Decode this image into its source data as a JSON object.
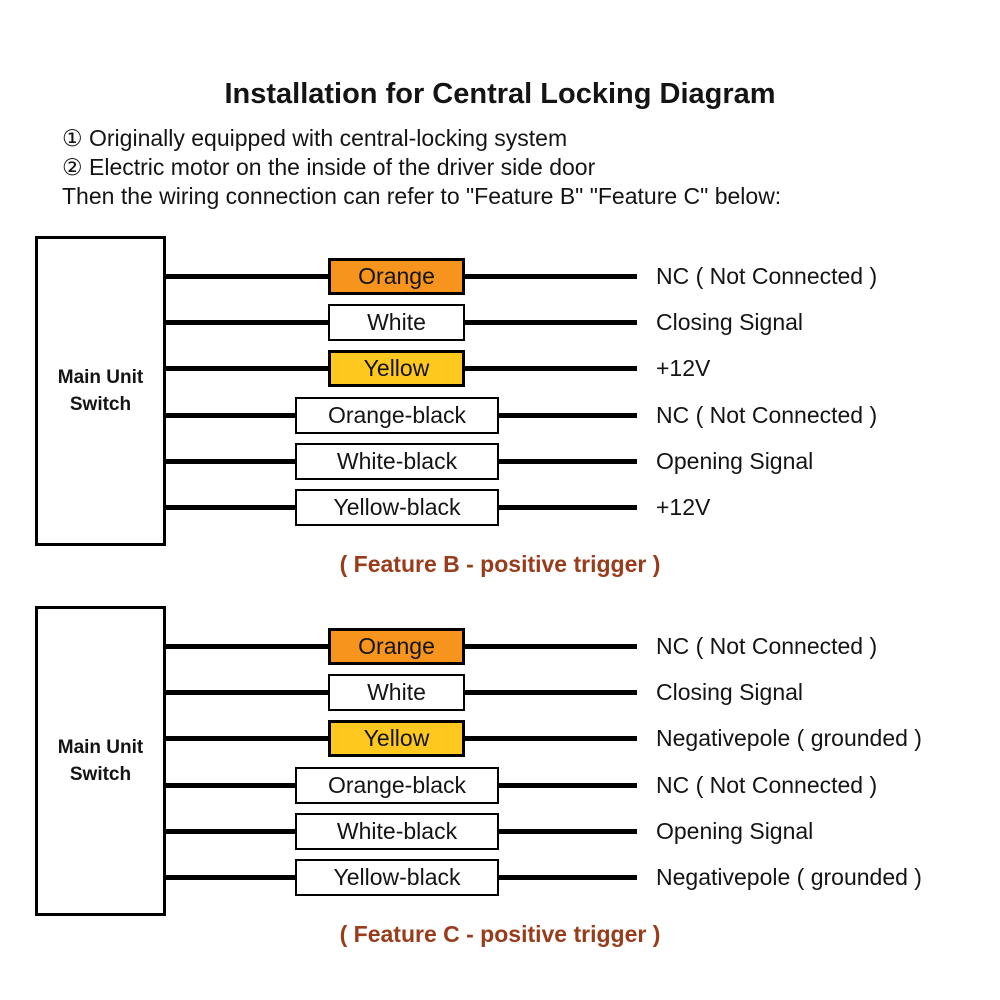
{
  "page": {
    "title": "Installation for Central Locking Diagram",
    "instructions": [
      "① Originally equipped with central-locking system",
      "② Electric motor on the inside of the driver side door",
      "Then the wiring connection can refer to \"Feature B\" \"Feature C\" below:"
    ]
  },
  "colors": {
    "orange_wire_fill": "#F7941E",
    "yellow_wire_fill": "#FFC81E",
    "white_wire_fill": "#FFFFFF",
    "caption_text": "#993C1B",
    "wire_line": "#000000"
  },
  "diagrams": [
    {
      "unit_label_line1": "Main Unit",
      "unit_label_line2": "Switch",
      "caption": "( Feature B - positive trigger )",
      "rows": [
        {
          "wire": "Orange",
          "fill": "#F7941E",
          "signal": "NC ( Not Connected )"
        },
        {
          "wire": "White",
          "fill": "#FFFFFF",
          "signal": "Closing Signal"
        },
        {
          "wire": "Yellow",
          "fill": "#FFC81E",
          "signal": "+12V"
        },
        {
          "wire": "Orange-black",
          "fill": "#FFFFFF",
          "signal": "NC ( Not Connected )"
        },
        {
          "wire": "White-black",
          "fill": "#FFFFFF",
          "signal": "Opening Signal"
        },
        {
          "wire": "Yellow-black",
          "fill": "#FFFFFF",
          "signal": "+12V"
        }
      ]
    },
    {
      "unit_label_line1": "Main Unit",
      "unit_label_line2": "Switch",
      "caption": "( Feature C - positive trigger )",
      "rows": [
        {
          "wire": "Orange",
          "fill": "#F7941E",
          "signal": "NC ( Not Connected )"
        },
        {
          "wire": "White",
          "fill": "#FFFFFF",
          "signal": "Closing Signal"
        },
        {
          "wire": "Yellow",
          "fill": "#FFC81E",
          "signal": "Negativepole ( grounded )"
        },
        {
          "wire": "Orange-black",
          "fill": "#FFFFFF",
          "signal": "NC ( Not Connected )"
        },
        {
          "wire": "White-black",
          "fill": "#FFFFFF",
          "signal": "Opening Signal"
        },
        {
          "wire": "Yellow-black",
          "fill": "#FFFFFF",
          "signal": "Negativepole ( grounded )"
        }
      ]
    }
  ]
}
